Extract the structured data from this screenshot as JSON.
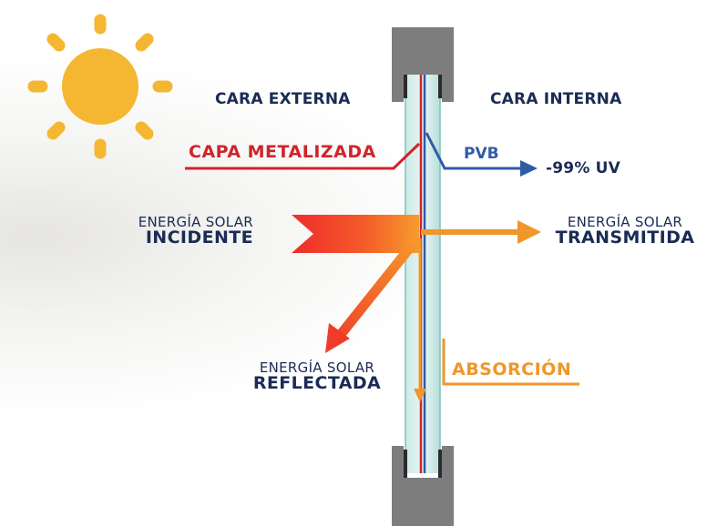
{
  "labels": {
    "cara_externa": "CARA EXTERNA",
    "cara_interna": "CARA INTERNA",
    "capa_metalizada": "CAPA METALIZADA",
    "pvb": "PVB",
    "uv": "-99% UV",
    "incidente_line1": "ENERGÍA SOLAR",
    "incidente_line2": "INCIDENTE",
    "transmitida_line1": "ENERGÍA SOLAR",
    "transmitida_line2": "TRANSMITIDA",
    "reflectada_line1": "ENERGÍA SOLAR",
    "reflectada_line2": "REFLECTADA",
    "absorcion": "ABSORCIÓN"
  },
  "colors": {
    "sun": "#f5b731",
    "navy_text": "#1a2b55",
    "metal_red": "#d1232a",
    "pvb_blue": "#2e5ba6",
    "energy_orange": "#f0962a",
    "energy_red": "#ef2c2c",
    "frame_gray": "#7d7d7d",
    "glass_teal": "#bfe3e0"
  },
  "icons": {
    "sun": "sun-icon"
  }
}
